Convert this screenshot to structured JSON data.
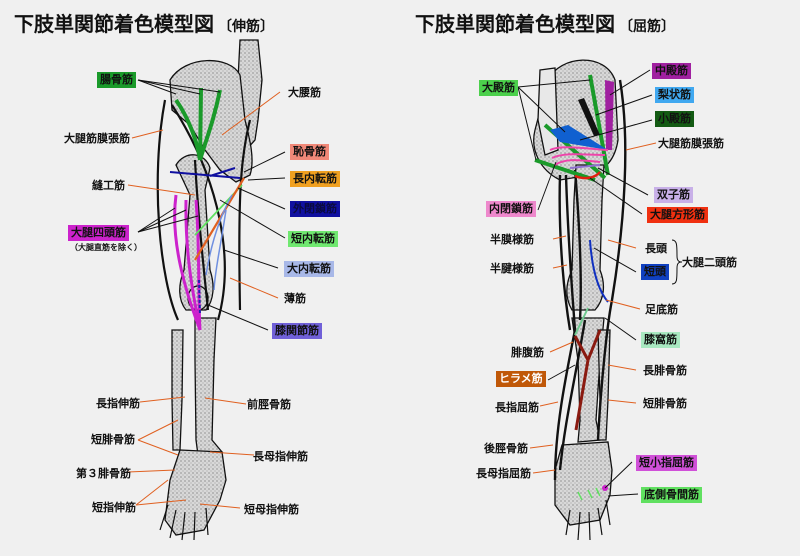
{
  "colors": {
    "background": "#f0f0f0",
    "green": "#1a9a2a",
    "magenta": "#cc22cc",
    "salmon": "#f08878",
    "orange": "#f0a020",
    "navy": "#1010a0",
    "lightgreen": "#70e870",
    "periwinkle": "#a8b8e8",
    "violet": "#7060d8",
    "purple": "#a020a0",
    "skyblue": "#40a8f0",
    "darkgreen": "#135a13",
    "lavender": "#c8b0e8",
    "red": "#f03010",
    "pink": "#ee88cc",
    "blue": "#1040c0",
    "mint": "#a8e8c0",
    "brown": "#c05808",
    "bright_green": "#60e060",
    "leader_orange": "#e06020"
  },
  "left_panel": {
    "title": "下肢単関節着色模型図",
    "subtitle": "〔伸筋〕",
    "labels": {
      "iliac": "腸骨筋",
      "tfl": "大腿筋膜張筋",
      "sartorius": "縫工筋",
      "quadriceps": "大腿四頭筋",
      "quadriceps_note": "（大腿直筋を除く）",
      "psoas": "大腰筋",
      "pectineus": "恥骨筋",
      "adductor_longus": "長内転筋",
      "obturator_externus": "外閉鎖筋",
      "adductor_brevis": "短内転筋",
      "adductor_magnus": "大内転筋",
      "gracilis": "薄筋",
      "articularis_genus": "膝関節筋",
      "ext_dig_longus": "長指伸筋",
      "peroneus_brevis": "短腓骨筋",
      "peroneus_tertius": "第３腓骨筋",
      "ext_dig_brevis": "短指伸筋",
      "tibialis_anterior": "前脛骨筋",
      "ext_hal_longus": "長母指伸筋",
      "ext_hal_brevis": "短母指伸筋"
    }
  },
  "right_panel": {
    "title": "下肢単関節着色模型図",
    "subtitle": "〔屈筋〕",
    "labels": {
      "gluteus_maximus": "大殿筋",
      "obturator_internus": "内閉鎖筋",
      "semimembranosus": "半膜様筋",
      "semitendinosus": "半腱様筋",
      "gluteus_medius": "中殿筋",
      "piriformis": "梨状筋",
      "gluteus_minimus": "小殿筋",
      "tfl": "大腿筋膜張筋",
      "gemelli": "双子筋",
      "quadratus_femoris": "大腿方形筋",
      "long_head": "長頭",
      "short_head": "短頭",
      "biceps_femoris": "大腿二頭筋",
      "plantaris": "足底筋",
      "popliteus": "膝窩筋",
      "peroneus_longus": "長腓骨筋",
      "peroneus_brevis": "短腓骨筋",
      "gastrocnemius": "腓腹筋",
      "soleus": "ヒラメ筋",
      "flex_dig_longus": "長指屈筋",
      "tibialis_posterior": "後脛骨筋",
      "flex_hal_longus": "長母指屈筋",
      "flex_dig_min_brevis": "短小指屈筋",
      "plantar_interossei": "底側骨間筋"
    }
  }
}
